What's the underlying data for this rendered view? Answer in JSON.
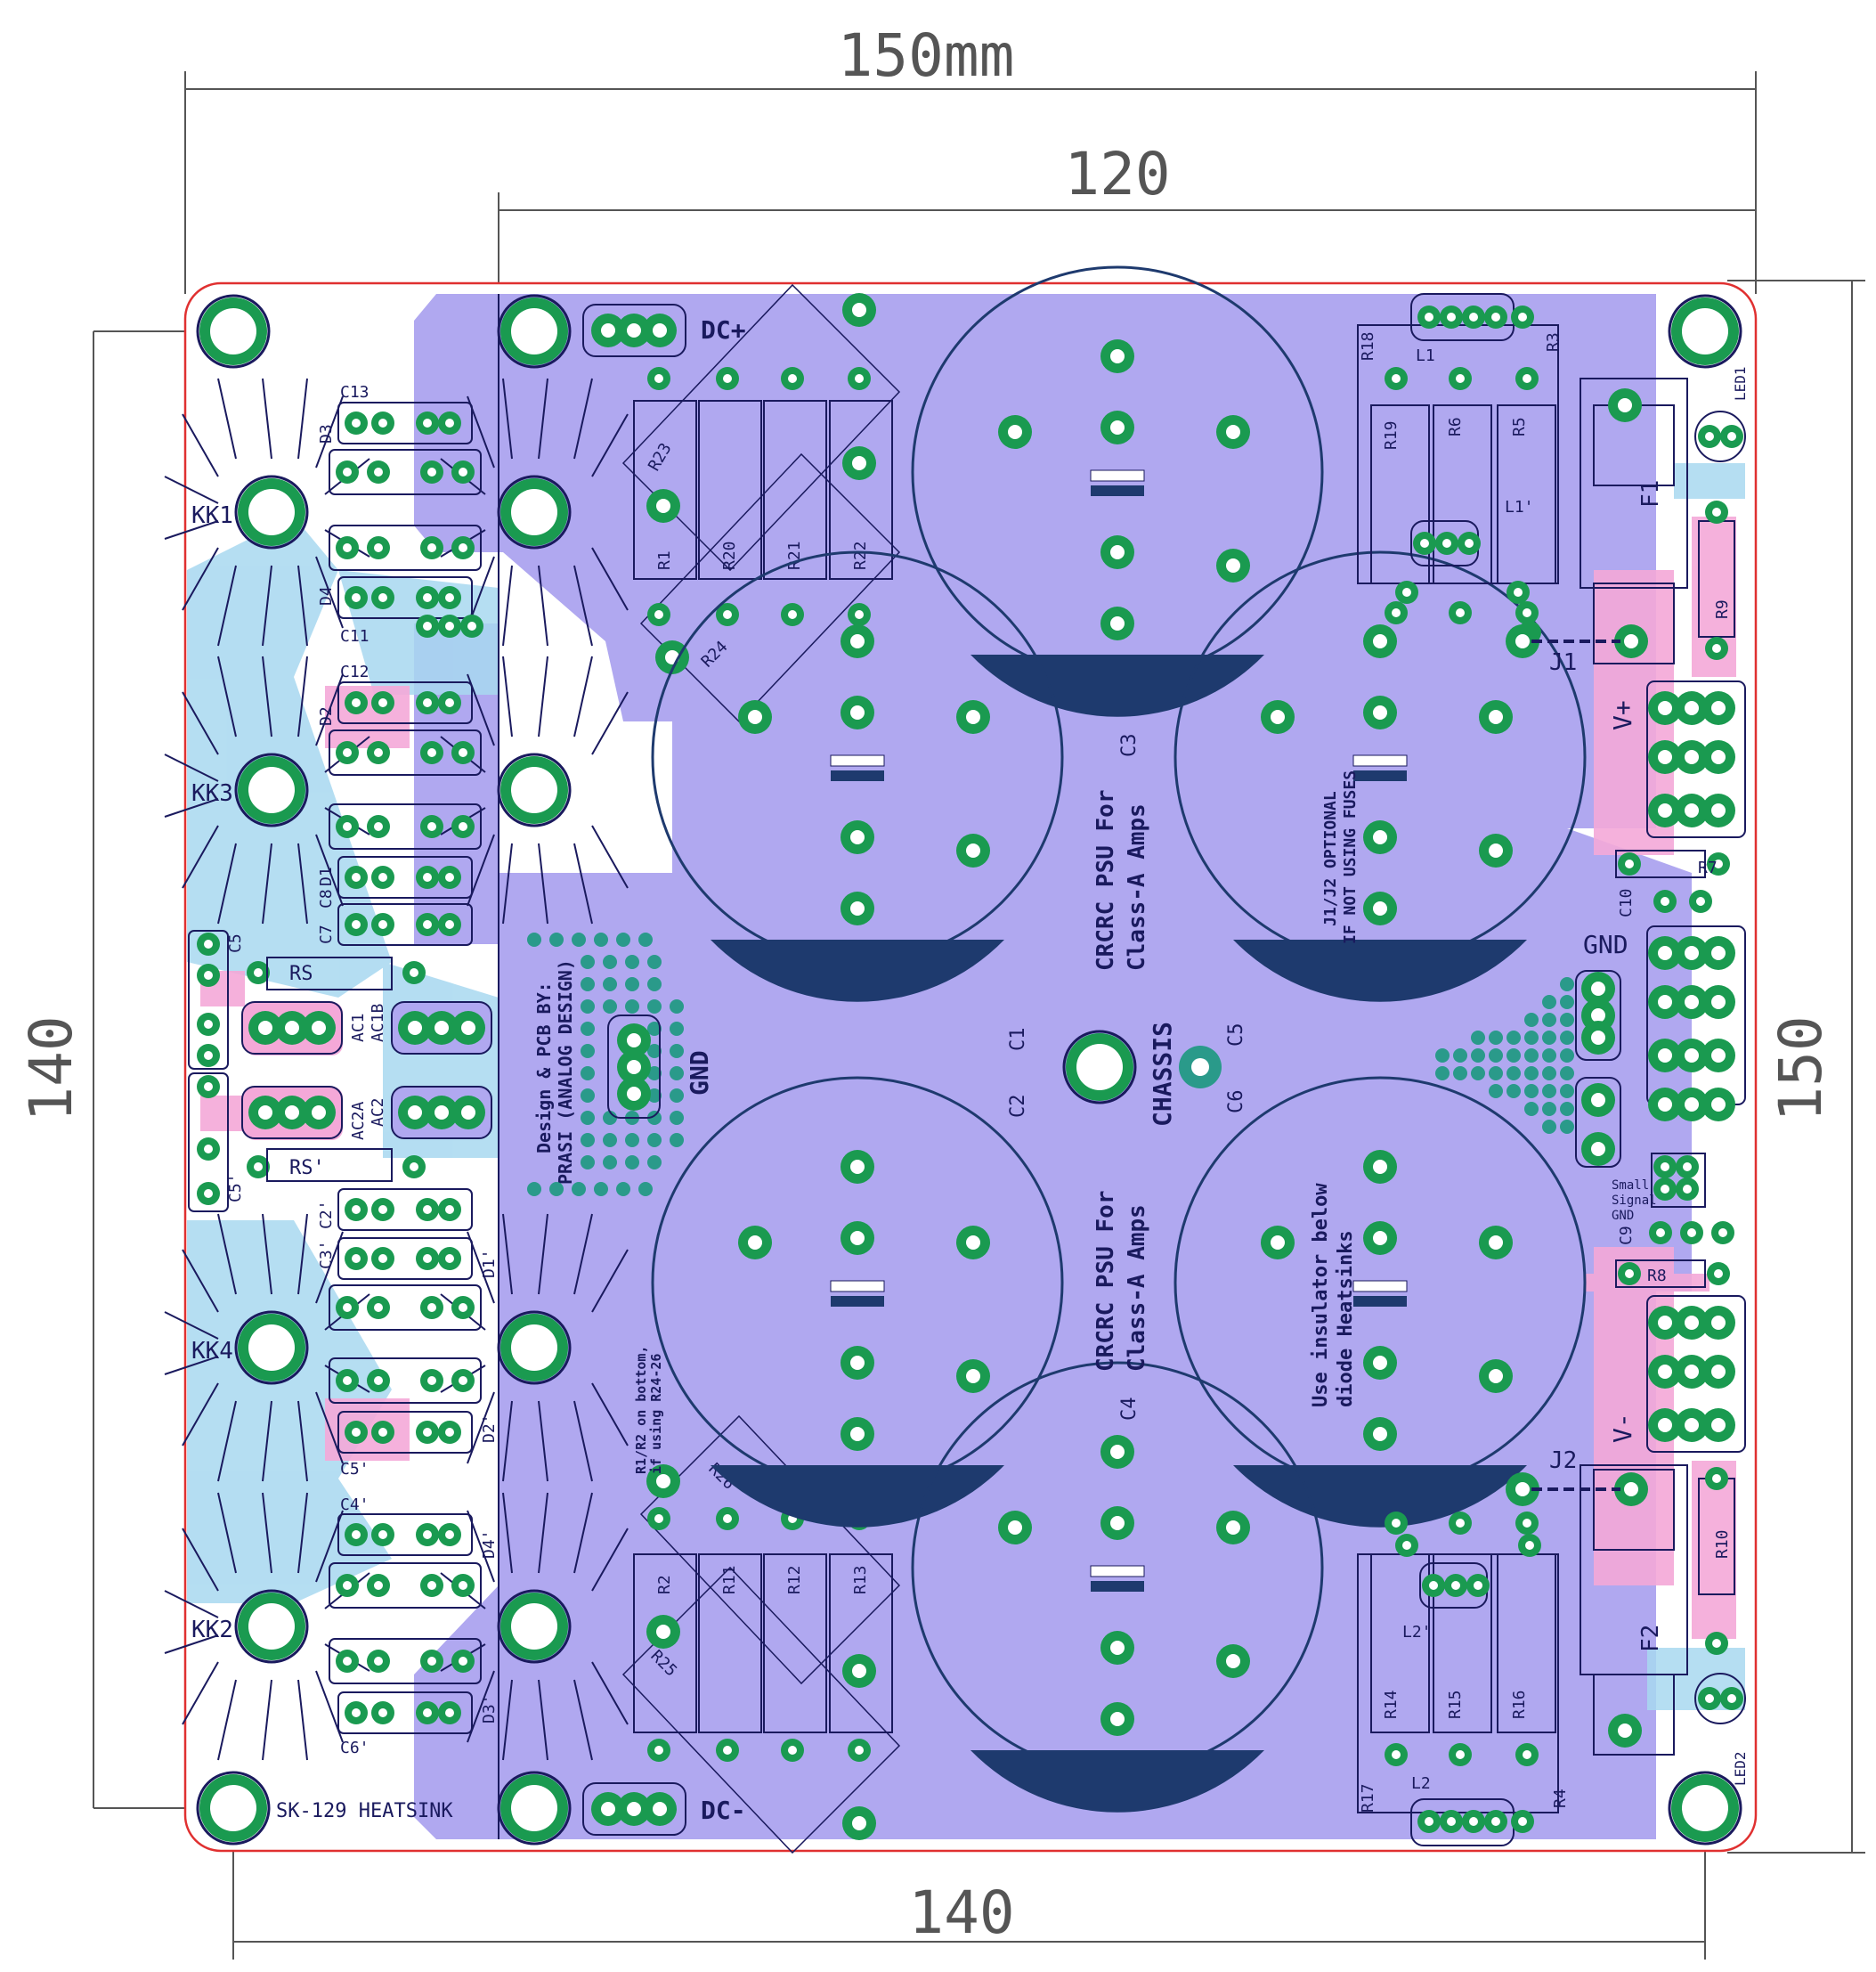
{
  "dimensions": {
    "top_outer": "150mm",
    "top_inner": "120",
    "left": "140",
    "right": "150",
    "bottom": "140"
  },
  "board_text": {
    "dc_plus": "DC+",
    "dc_minus": "DC-",
    "gnd_center": "GND",
    "gnd_right": "GND",
    "chassis": "CHASSIS",
    "heatsink_note": "SK-129 HEATSINK",
    "title_1a": "CRCRC PSU For",
    "title_1b": "Class-A Amps",
    "title_2a": "CRCRC PSU For",
    "title_2b": "Class-A Amps",
    "note_j": "J1/J2 OPTIONAL",
    "note_j2": "IF NOT USING FUSES",
    "note_ins1": "Use insulator below",
    "note_ins2": "diode Heatsinks",
    "credit1": "Design & PCB BY:",
    "credit2": "PRASI (ANALOG DESIGN)",
    "note_r1": "R1/R2 on bottom,",
    "note_r2": "if using R24-26",
    "small_signal": [
      "Small",
      "Signal",
      "GND"
    ]
  },
  "heatsinks": [
    "KK1",
    "KK3",
    "KK4",
    "KK2"
  ],
  "capacitors_large": [
    "C3",
    "C1",
    "C2",
    "C4"
  ],
  "right_labels": [
    "J1",
    "J2",
    "F1",
    "F2",
    "V+",
    "V-",
    "LED1",
    "LED2",
    "R9",
    "R10",
    "R7",
    "R8",
    "C10",
    "C9",
    "C5",
    "C6"
  ],
  "left_labels": [
    "C13",
    "D3",
    "D4",
    "C11",
    "C12",
    "D2",
    "D1",
    "C8",
    "C7",
    "C5",
    "C5'",
    "RS",
    "RS'",
    "AC1",
    "AC1B",
    "AC2A",
    "AC2",
    "C2'",
    "C3'",
    "D1'",
    "D2'",
    "C5'",
    "C4'",
    "D4'",
    "D3'",
    "C6'"
  ],
  "resistors_top": [
    "R23",
    "R1",
    "R20",
    "R21",
    "R22",
    "R24"
  ],
  "resistors_bottom": [
    "R26",
    "R2",
    "R11",
    "R12",
    "R13",
    "R25"
  ],
  "resistors_right_top": [
    "R18",
    "L1",
    "R3",
    "R19",
    "R6",
    "R5",
    "L1'"
  ],
  "resistors_right_bottom": [
    "R14",
    "R15",
    "R16",
    "L2'",
    "R17",
    "L2",
    "R4"
  ],
  "colors": {
    "board_outline": "#e03030",
    "front_copper": "#b0a8f0",
    "back_copper_pink": "#f4a8d8",
    "back_copper_blue": "#a8d8f0",
    "pad": "#1a9a50",
    "silkscreen": "#1a1a5e",
    "cap_band": "#1e3a6e"
  }
}
